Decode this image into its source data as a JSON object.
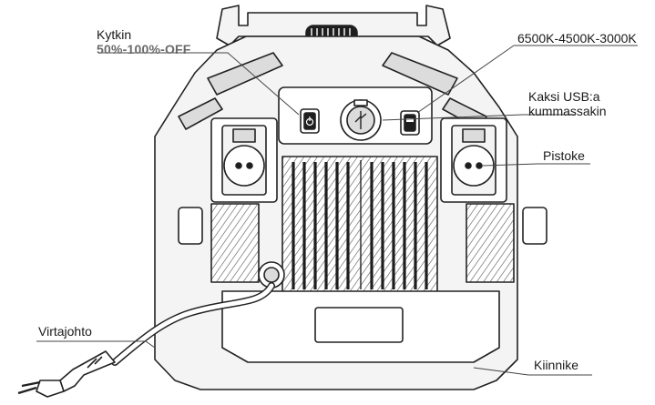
{
  "labels": {
    "switch_title": "Kytkin",
    "switch_modes": "50%-100%-OFF",
    "color_temp": "6500K-4500K-3000K",
    "usb_line1": "Kaksi USB:a",
    "usb_line2": "kummassakin",
    "socket": "Pistoke",
    "power_cord": "Virtajohto",
    "bracket": "Kiinnike"
  },
  "colors": {
    "line": "#222222",
    "fill_light": "#f4f4f4",
    "fill_mid": "#dcdcdc",
    "fill_dark": "#1e1e1e",
    "label_text": "#1a1a1a",
    "label_sub": "#6a6a6a",
    "leader": "#444444"
  },
  "icons": {
    "switch": "power-switch-icon",
    "usb": "usb-icon",
    "color_button": "color-temperature-button-icon"
  }
}
